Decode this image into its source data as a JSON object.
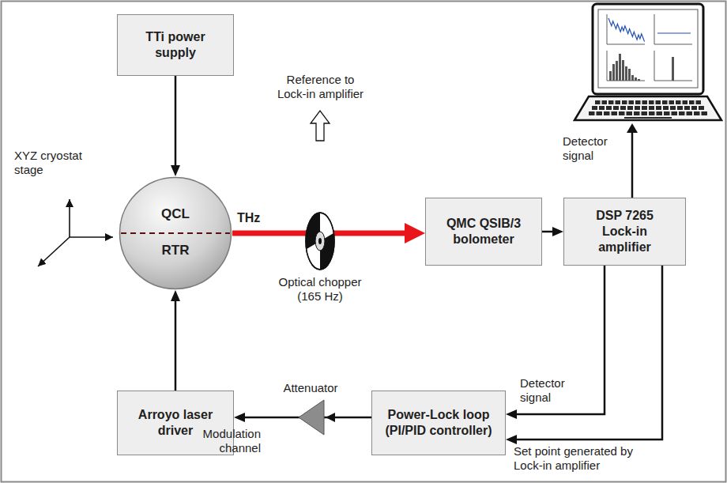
{
  "diagram": {
    "nodes": [
      {
        "text": [
          "TTi power supply"
        ]
      },
      {
        "text": [
          "QCL",
          "RTR"
        ]
      },
      {
        "text": [
          "QMC QSIB/3 bolometer"
        ]
      },
      {
        "text": [
          "DSP 7265 Lock-in amplifier"
        ]
      },
      {
        "text": [
          "Power-Lock loop (PI/PID controller)"
        ]
      },
      {
        "text": [
          "Arroyo laser driver"
        ]
      }
    ],
    "edges": [
      {
        "from": 0,
        "to": 1,
        "arrow": "to"
      },
      {
        "from": 1,
        "to": 2,
        "label": "THz",
        "arrow": "to"
      },
      {
        "from": 2,
        "to": 3,
        "arrow": "to"
      },
      {
        "from": 3,
        "to": 4,
        "label": "Detector signal",
        "arrow": "to"
      },
      {
        "from": 3,
        "to": 4,
        "label": "Set point generated by Lock-in amplifier",
        "arrow": "to"
      },
      {
        "from": 4,
        "to": 5,
        "label": "Modulation channel",
        "arrow": "to"
      },
      {
        "from": 5,
        "to": 1,
        "arrow": "to"
      }
    ],
    "labels": [
      "XYZ cryostat stage",
      "Reference to Lock-in amplifier",
      "Optical chopper (165 Hz)",
      "Detector signal",
      "Attenuator"
    ]
  }
}
